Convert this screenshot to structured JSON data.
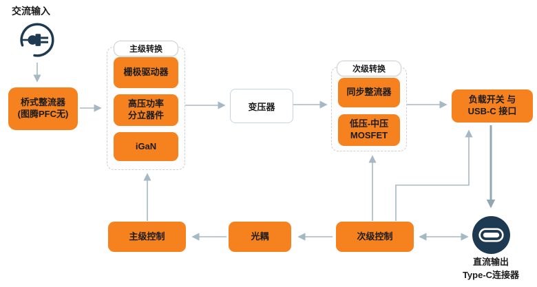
{
  "colors": {
    "block_orange": "#F5821E",
    "icon_navy": "#1E3A52",
    "arrow_gray": "#A6B8C4",
    "arrow_dark": "#91A6B4"
  },
  "nodes": {
    "ac_input_label": "交流输入",
    "bridge": {
      "line1": "桥式整流器",
      "line2": "(图腾PFC无)"
    },
    "primary_group_label": "主级转换",
    "gate_driver": "栅极驱动器",
    "hv_power": {
      "line1": "高压功率",
      "line2": "分立器件"
    },
    "igan": "iGaN",
    "transformer": "变压器",
    "secondary_group_label": "次级转换",
    "sync_rectifier": "同步整流器",
    "mosfet": {
      "line1": "低压-中压",
      "line2": "MOSFET"
    },
    "load_switch": {
      "line1": "负载开关 与",
      "line2": "USB-C 接口"
    },
    "dc_output": {
      "line1": "直流输出",
      "line2": "Type-C连接器"
    },
    "primary_control": "主级控制",
    "optocoupler": "光耦",
    "secondary_control": "次级控制"
  }
}
